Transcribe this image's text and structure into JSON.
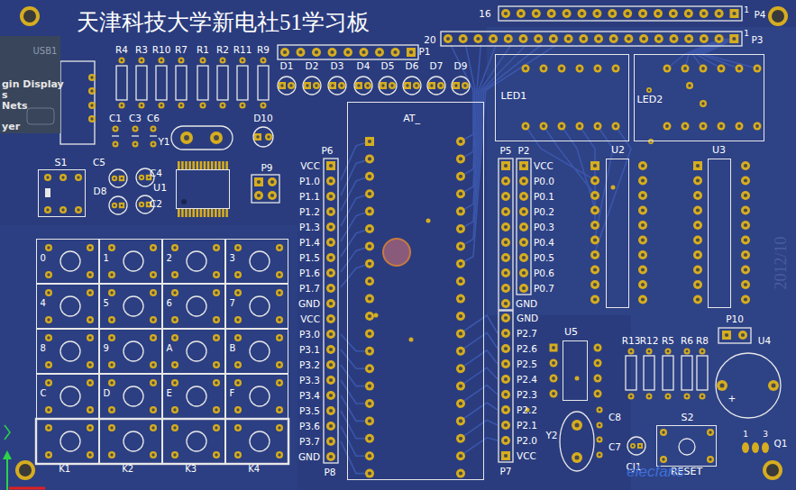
{
  "diagram": {
    "title": "天津科技大学新电社51学习板",
    "nodes": [
      {
        "text": [
          "U1"
        ]
      },
      {
        "text": [
          "S1"
        ]
      },
      {
        "text": [
          "AT_"
        ]
      },
      {
        "text": [
          "LED1"
        ]
      },
      {
        "text": [
          "LED2"
        ]
      },
      {
        "text": [
          "U2"
        ]
      },
      {
        "text": [
          "U3"
        ]
      },
      {
        "text": [
          "0"
        ]
      },
      {
        "text": [
          "1"
        ]
      },
      {
        "text": [
          "2"
        ]
      },
      {
        "text": [
          "3"
        ]
      },
      {
        "text": [
          "4"
        ]
      },
      {
        "text": [
          "5"
        ]
      },
      {
        "text": [
          "6"
        ]
      },
      {
        "text": [
          "7"
        ]
      },
      {
        "text": [
          "8"
        ]
      },
      {
        "text": [
          "9"
        ]
      },
      {
        "text": [
          "A"
        ]
      },
      {
        "text": [
          "B"
        ]
      },
      {
        "text": [
          "C"
        ]
      },
      {
        "text": [
          "D"
        ]
      },
      {
        "text": [
          "E"
        ]
      },
      {
        "text": [
          "F"
        ]
      },
      {
        "text": [
          "U5"
        ]
      },
      {
        "text": [
          "K1"
        ]
      },
      {
        "text": [
          "K2"
        ]
      },
      {
        "text": [
          "K3"
        ]
      },
      {
        "text": [
          "K4"
        ]
      },
      {
        "text": [
          "S2",
          "RESET"
        ]
      }
    ],
    "labels": [
      "USB1",
      "gin Display",
      "s",
      "Nets",
      "yer",
      "16",
      "1",
      "P4",
      "20",
      "1",
      "P3",
      "R4",
      "R3",
      "R10",
      "R7",
      "R1",
      "R2",
      "R11",
      "R9",
      "P1",
      "D1",
      "D2",
      "D3",
      "D4",
      "D5",
      "D6",
      "D7",
      "D9",
      "C1",
      "C3",
      "C6",
      "Y1",
      "D10",
      "C5",
      "D8",
      "C4",
      "C2",
      "P9",
      "P6",
      "VCC",
      "P1.0",
      "P1.1",
      "P1.2",
      "P1.3",
      "P1.4",
      "P1.5",
      "P1.6",
      "P1.7",
      "GND",
      "VCC",
      "P3.0",
      "P3.1",
      "P3.2",
      "P3.3",
      "P3.4",
      "P3.5",
      "P3.6",
      "P3.7",
      "GND",
      "P8",
      "P5",
      "P2",
      "VCC",
      "P0.0",
      "P0.1",
      "P0.2",
      "P0.3",
      "P0.4",
      "P0.5",
      "P0.6",
      "P0.7",
      "GND",
      "GND",
      "P2.7",
      "P2.6",
      "P2.5",
      "P2.4",
      "P2.3",
      "P2.2",
      "P2.1",
      "P2.0",
      "VCC",
      "P7",
      "R13",
      "R12",
      "R5",
      "R6",
      "R8",
      "P10",
      "U4",
      "+",
      "Y2",
      "C8",
      "C7",
      "CJ1",
      "Q1",
      "1",
      "3",
      "2012/10",
      "elecfans"
    ]
  }
}
